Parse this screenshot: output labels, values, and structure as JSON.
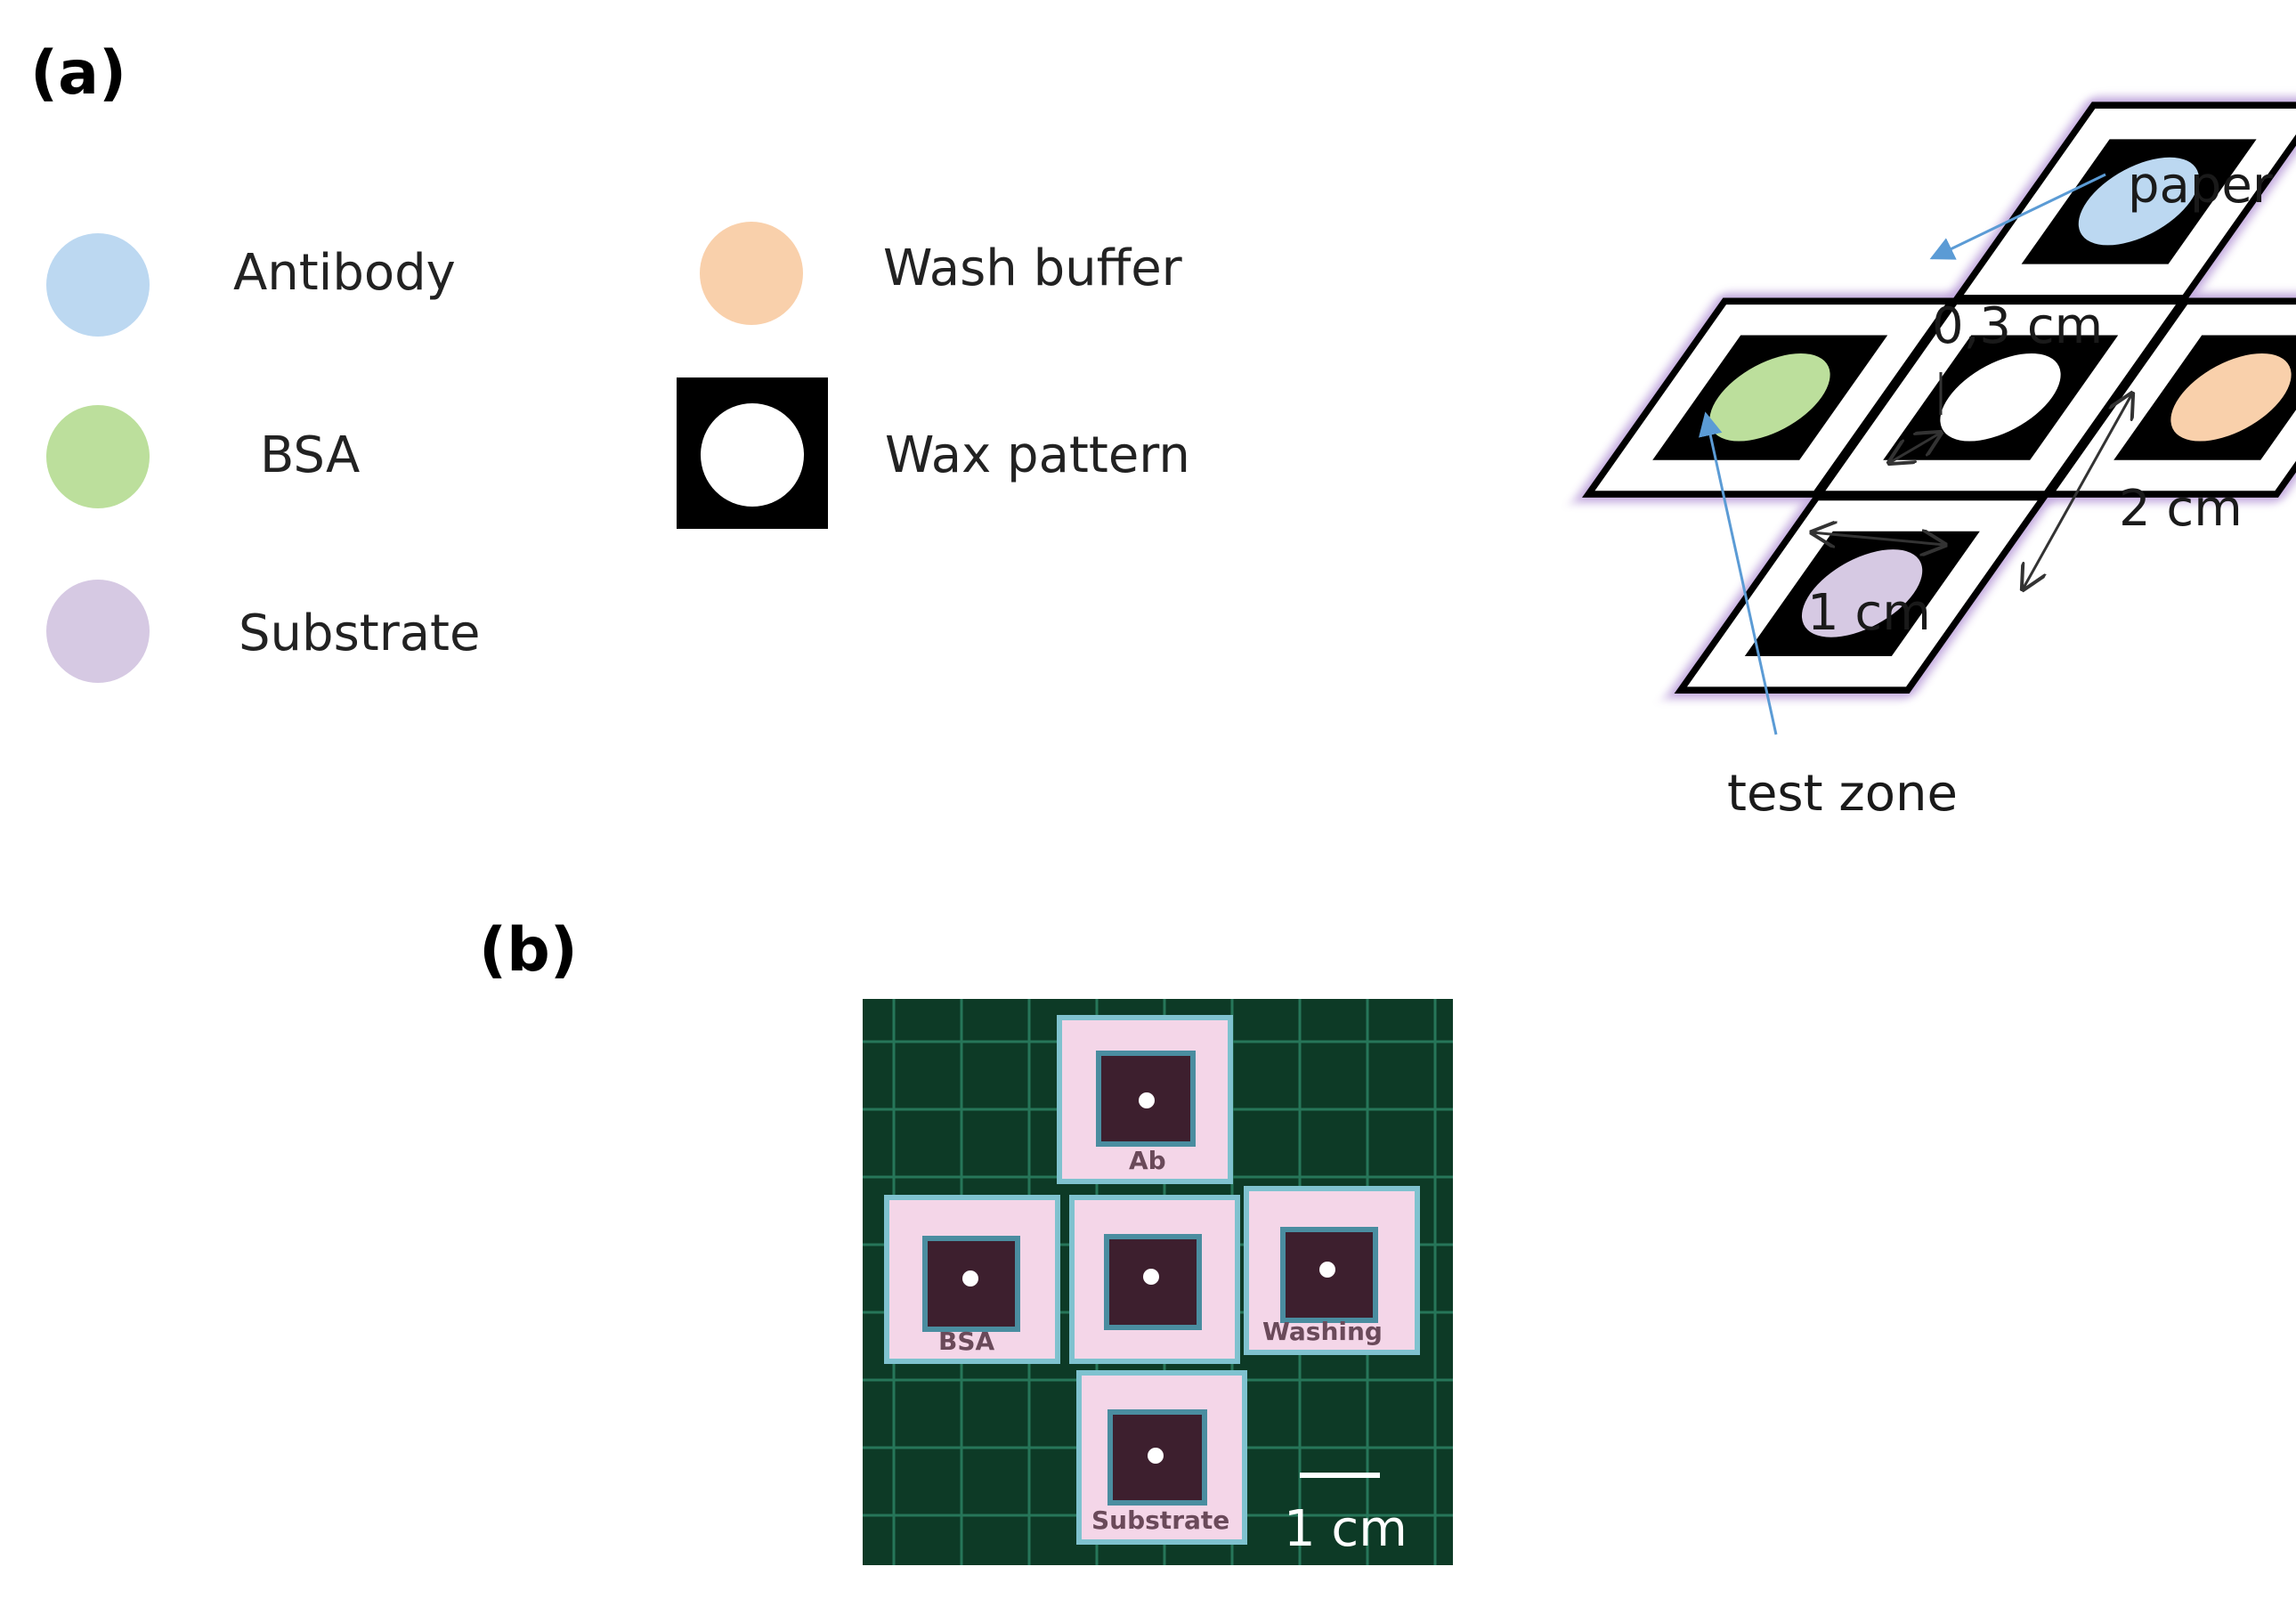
{
  "panels": {
    "a": "(a)",
    "b": "(b)"
  },
  "legend": [
    {
      "label": "Antibody",
      "color": "#bcd8f1",
      "shape": "circle"
    },
    {
      "label": "BSA",
      "color": "#bcdf9c",
      "shape": "circle"
    },
    {
      "label": "Substrate",
      "color": "#d6c9e3",
      "shape": "circle"
    },
    {
      "label": "Wash buffer",
      "color": "#f9d0ab",
      "shape": "circle"
    },
    {
      "label": "Wax pattern",
      "color": "#000000",
      "shape": "wax-square"
    }
  ],
  "diagram": {
    "annotations": {
      "paper": "paper",
      "gap": "0,3 cm",
      "size_outer": "2 cm",
      "size_inner": "1 cm",
      "test_zone": "test zone"
    },
    "colors": {
      "paper_border": "#000000",
      "paper_glow": "#b79ad8",
      "arrow": "#5b9bd5",
      "dimension": "#333333"
    }
  },
  "photo": {
    "labels": {
      "top": "Ab",
      "left": "BSA",
      "right": "Washing",
      "bottom": "Substrate"
    },
    "scale_bar": "1 cm",
    "colors": {
      "background": "#0d3a26",
      "grid": "#2f8a6a",
      "paper": "#f4d6e8",
      "edge": "#7fc2cf",
      "wax": "#3d1f2e"
    }
  }
}
